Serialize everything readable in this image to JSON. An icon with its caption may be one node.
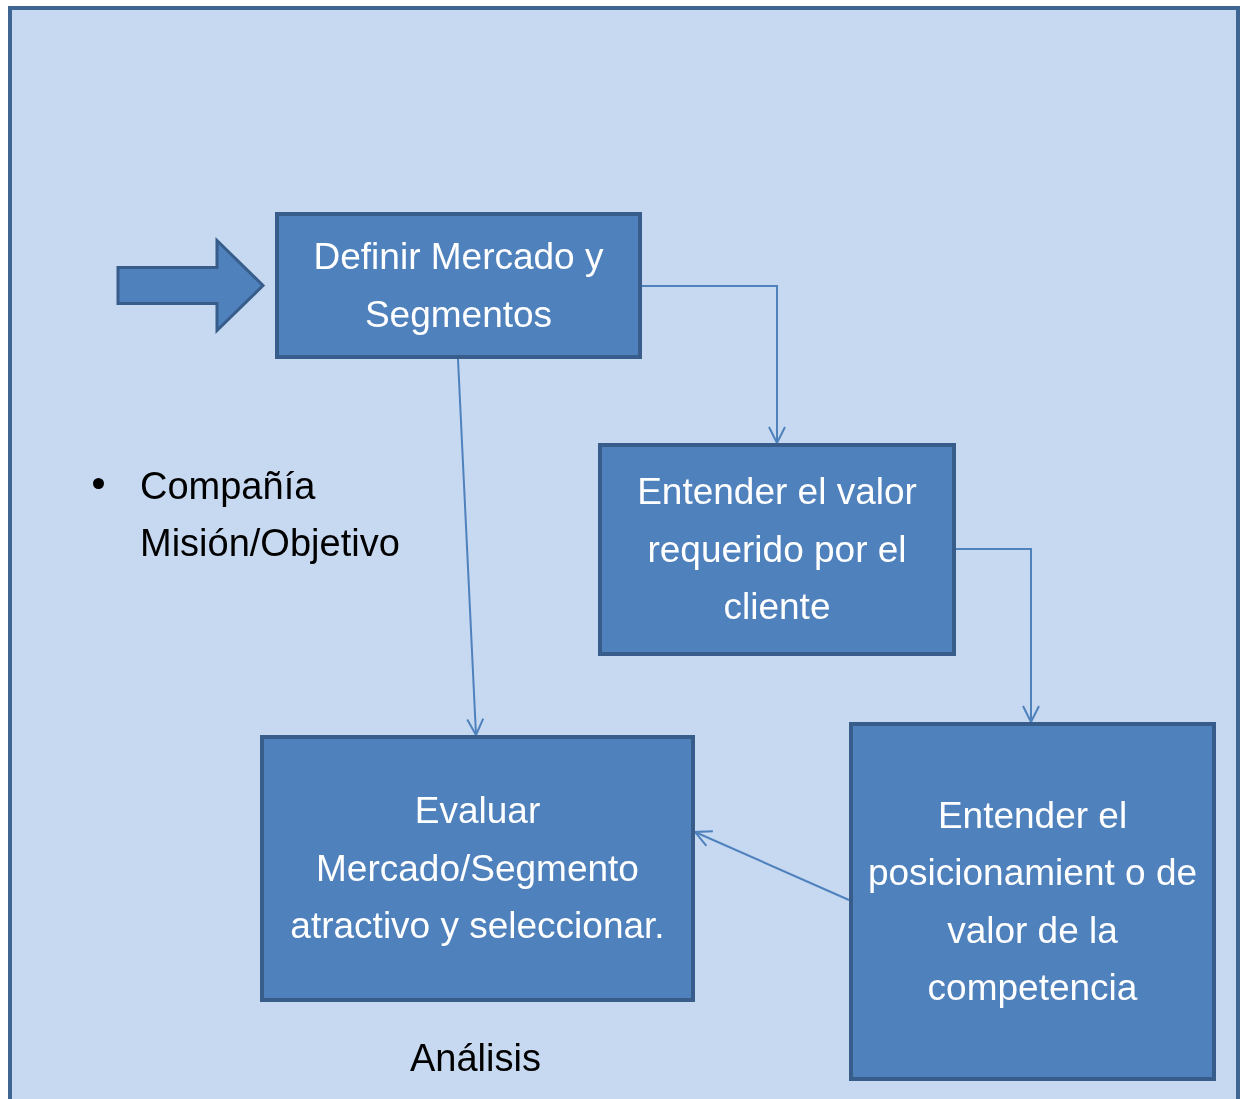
{
  "diagram": {
    "nodes": [
      {
        "text": [
          "Definir Mercado y Segmentos"
        ]
      },
      {
        "text": [
          "Entender el valor requerido por el cliente"
        ]
      },
      {
        "text": [
          "Evaluar Mercado/Segmento atractivo y seleccionar."
        ]
      },
      {
        "text": [
          "Entender el posicionamient o  de valor de la competencia"
        ]
      }
    ],
    "edges": [
      {
        "from": null,
        "to": 0,
        "arrow": "to",
        "style": "thick"
      },
      {
        "from": 0,
        "to": 1,
        "arrow": "to"
      },
      {
        "from": 0,
        "to": 2,
        "arrow": "to"
      },
      {
        "from": 1,
        "to": 3,
        "arrow": "to"
      },
      {
        "from": 3,
        "to": 2,
        "arrow": "to"
      }
    ],
    "labels": [
      "Compañía Misión/Objetivo",
      "Análisis"
    ]
  }
}
